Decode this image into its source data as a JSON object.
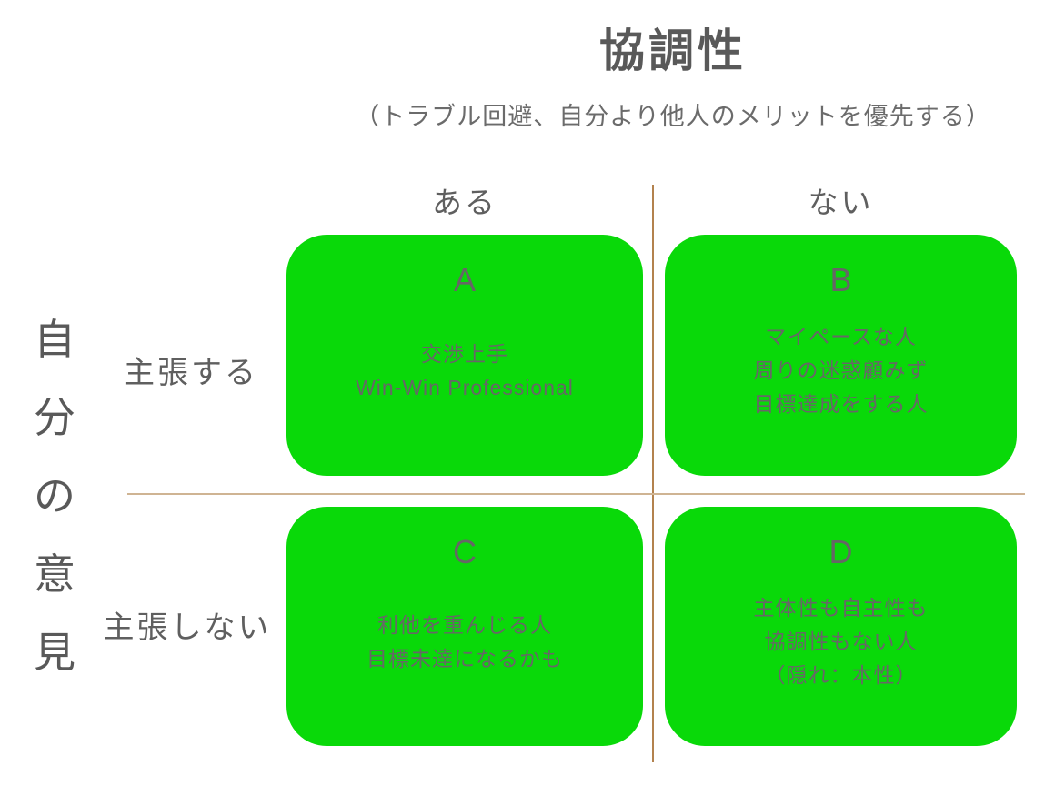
{
  "title": "協調性",
  "subtitle": "（トラブル回避、自分より他人のメリットを優先する）",
  "y_axis": {
    "label": "自分の意見",
    "chars": [
      "自",
      "分",
      "の",
      "意",
      "見"
    ]
  },
  "columns": [
    {
      "label": "ある"
    },
    {
      "label": "ない"
    }
  ],
  "rows": [
    {
      "label": "主張する"
    },
    {
      "label": "主張しない"
    }
  ],
  "quadrants": [
    {
      "id": "A",
      "lines": [
        "交渉上手",
        "Win-Win Professional"
      ]
    },
    {
      "id": "B",
      "lines": [
        "マイペースな人",
        "周りの迷惑顧みず",
        "目標達成をする人"
      ]
    },
    {
      "id": "C",
      "lines": [
        "利他を重んじる人",
        "目標未達になるかも"
      ]
    },
    {
      "id": "D",
      "lines": [
        "主体性も自主性も",
        "協調性もない人",
        "（隠れ：本性）"
      ]
    }
  ],
  "colors": {
    "quadrant_green": "#09d909",
    "heading_text": "#595959",
    "box_text": "#676767",
    "vertical_line": "#b3824e",
    "horizontal_line": "#cfb493"
  }
}
